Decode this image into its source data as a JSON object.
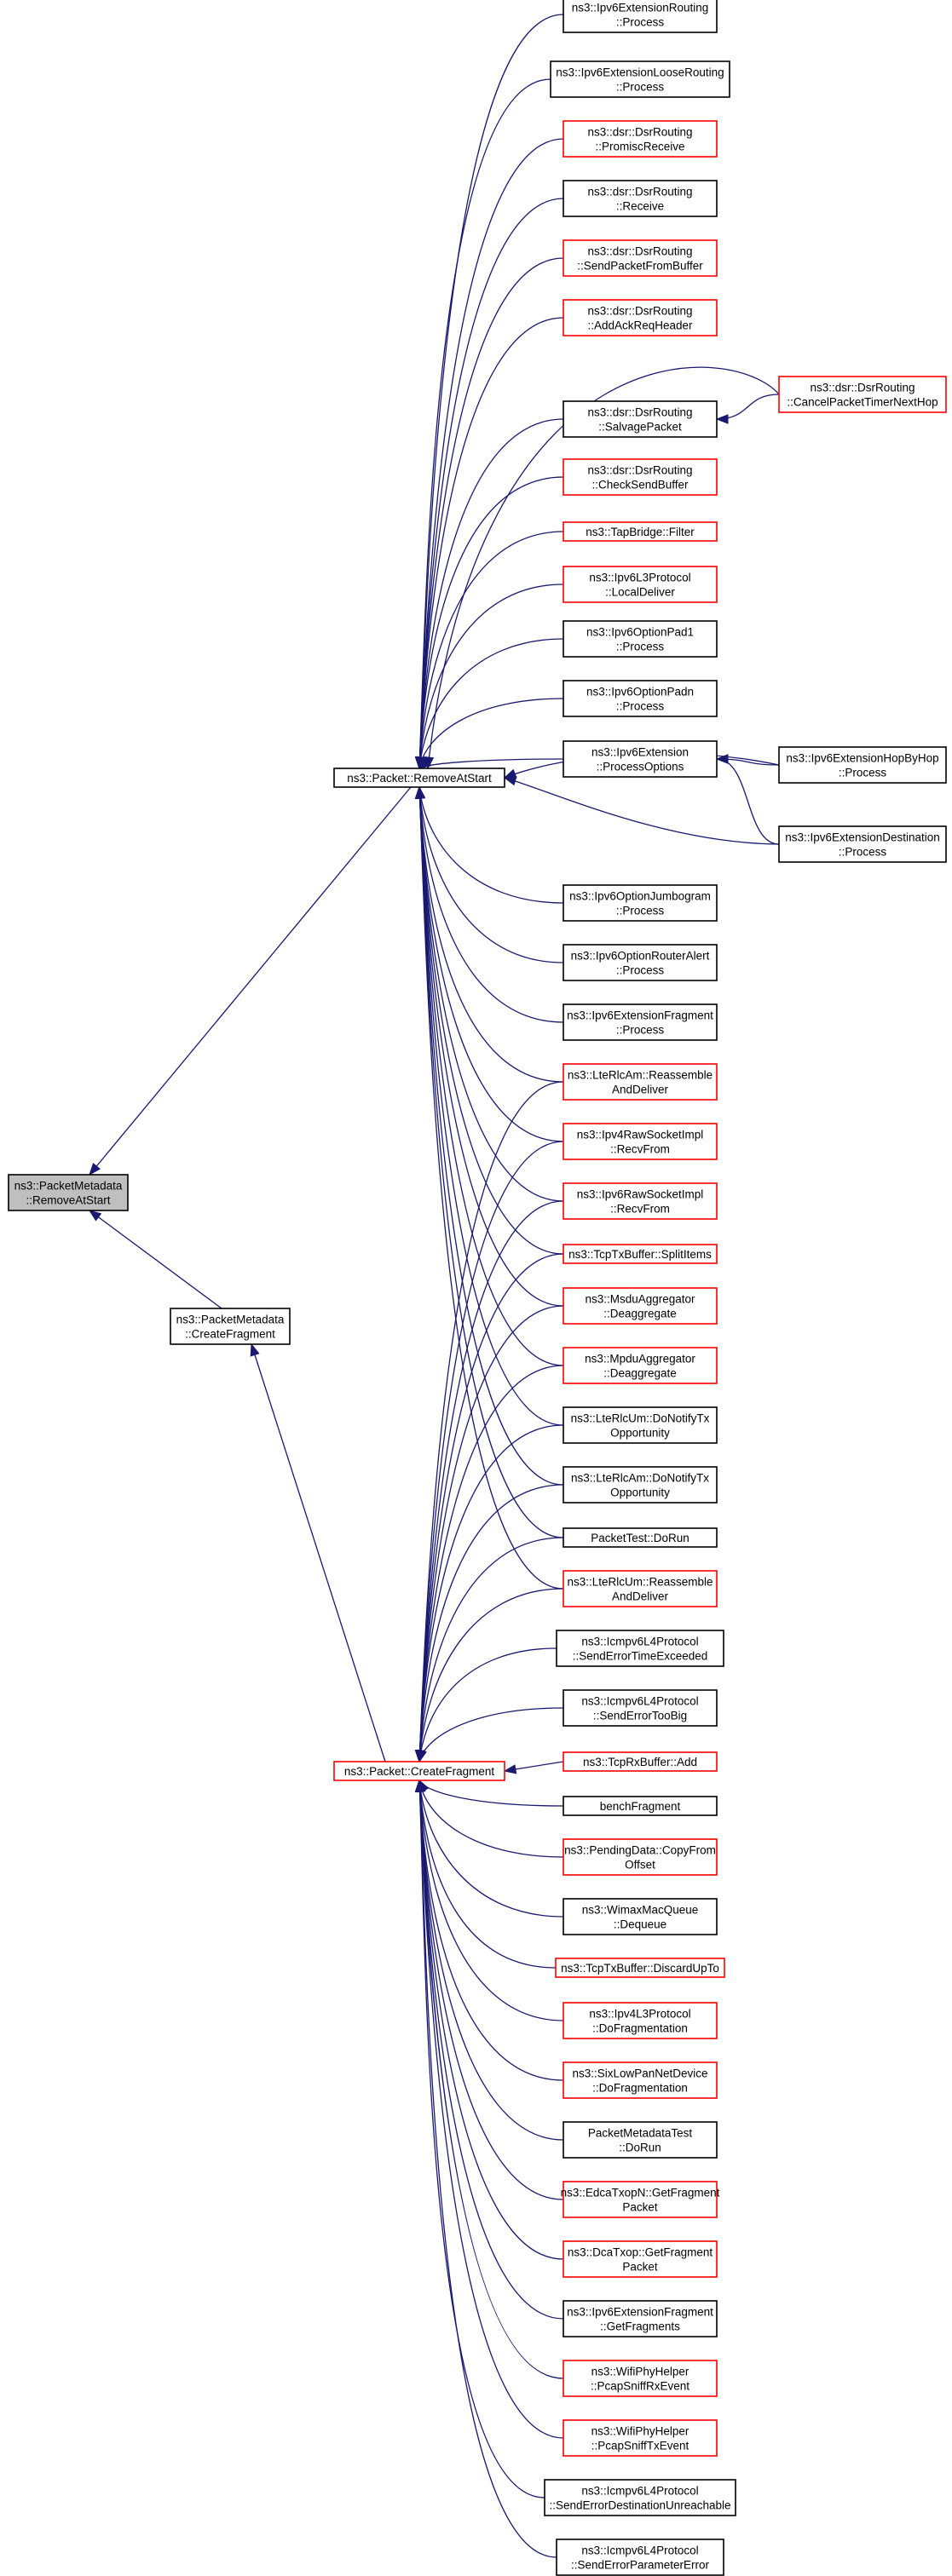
{
  "colors": {
    "edge": "#191970",
    "border_normal": "#000000",
    "border_highlight": "#ff0000",
    "root_fill": "#bfbfbf",
    "node_fill": "#ffffff"
  },
  "nodes": [
    {
      "id": "root",
      "lines": [
        "ns3::PacketMetadata",
        "::RemoveAtStart"
      ],
      "style": "root"
    },
    {
      "id": "pm_cf",
      "lines": [
        "ns3::PacketMetadata",
        "::CreateFragment"
      ],
      "style": "normal"
    },
    {
      "id": "p_ras",
      "lines": [
        "ns3::Packet::RemoveAtStart"
      ],
      "style": "normal"
    },
    {
      "id": "p_cf",
      "lines": [
        "ns3::Packet::CreateFragment"
      ],
      "style": "red"
    },
    {
      "id": "r0",
      "lines": [
        "ns3::Ipv6ExtensionRouting",
        "::Process"
      ],
      "style": "normal"
    },
    {
      "id": "r1",
      "lines": [
        "ns3::Ipv6ExtensionLooseRouting",
        "::Process"
      ],
      "style": "normal"
    },
    {
      "id": "r2",
      "lines": [
        "ns3::dsr::DsrRouting",
        "::PromiscReceive"
      ],
      "style": "red"
    },
    {
      "id": "r3",
      "lines": [
        "ns3::dsr::DsrRouting",
        "::Receive"
      ],
      "style": "normal"
    },
    {
      "id": "r4",
      "lines": [
        "ns3::dsr::DsrRouting",
        "::SendPacketFromBuffer"
      ],
      "style": "red"
    },
    {
      "id": "r5",
      "lines": [
        "ns3::dsr::DsrRouting",
        "::AddAckReqHeader"
      ],
      "style": "red"
    },
    {
      "id": "r6",
      "lines": [
        "ns3::dsr::DsrRouting",
        "::SalvagePacket"
      ],
      "style": "normal"
    },
    {
      "id": "r7",
      "lines": [
        "ns3::dsr::DsrRouting",
        "::CheckSendBuffer"
      ],
      "style": "red"
    },
    {
      "id": "r8",
      "lines": [
        "ns3::TapBridge::Filter"
      ],
      "style": "red"
    },
    {
      "id": "r9",
      "lines": [
        "ns3::Ipv6L3Protocol",
        "::LocalDeliver"
      ],
      "style": "red"
    },
    {
      "id": "r10",
      "lines": [
        "ns3::Ipv6OptionPad1",
        "::Process"
      ],
      "style": "normal"
    },
    {
      "id": "r11",
      "lines": [
        "ns3::Ipv6OptionPadn",
        "::Process"
      ],
      "style": "normal"
    },
    {
      "id": "r12",
      "lines": [
        "ns3::Ipv6Extension",
        "::ProcessOptions"
      ],
      "style": "normal"
    },
    {
      "id": "r13",
      "lines": [
        "ns3::Ipv6OptionJumbogram",
        "::Process"
      ],
      "style": "normal"
    },
    {
      "id": "r14",
      "lines": [
        "ns3::Ipv6OptionRouterAlert",
        "::Process"
      ],
      "style": "normal"
    },
    {
      "id": "r15",
      "lines": [
        "ns3::Ipv6ExtensionFragment",
        "::Process"
      ],
      "style": "normal"
    },
    {
      "id": "m0",
      "lines": [
        "ns3::LteRlcAm::Reassemble",
        "AndDeliver"
      ],
      "style": "red"
    },
    {
      "id": "m1",
      "lines": [
        "ns3::Ipv4RawSocketImpl",
        "::RecvFrom"
      ],
      "style": "red"
    },
    {
      "id": "m2",
      "lines": [
        "ns3::Ipv6RawSocketImpl",
        "::RecvFrom"
      ],
      "style": "red"
    },
    {
      "id": "m3",
      "lines": [
        "ns3::TcpTxBuffer::SplitItems"
      ],
      "style": "red"
    },
    {
      "id": "m4",
      "lines": [
        "ns3::MsduAggregator",
        "::Deaggregate"
      ],
      "style": "red"
    },
    {
      "id": "m5",
      "lines": [
        "ns3::MpduAggregator",
        "::Deaggregate"
      ],
      "style": "red"
    },
    {
      "id": "m6",
      "lines": [
        "ns3::LteRlcUm::DoNotifyTx",
        "Opportunity"
      ],
      "style": "normal"
    },
    {
      "id": "m7",
      "lines": [
        "ns3::LteRlcAm::DoNotifyTx",
        "Opportunity"
      ],
      "style": "normal"
    },
    {
      "id": "m8",
      "lines": [
        "PacketTest::DoRun"
      ],
      "style": "normal"
    },
    {
      "id": "m9",
      "lines": [
        "ns3::LteRlcUm::Reassemble",
        "AndDeliver"
      ],
      "style": "red"
    },
    {
      "id": "c0",
      "lines": [
        "ns3::Icmpv6L4Protocol",
        "::SendErrorTimeExceeded"
      ],
      "style": "normal"
    },
    {
      "id": "c1",
      "lines": [
        "ns3::Icmpv6L4Protocol",
        "::SendErrorTooBig"
      ],
      "style": "normal"
    },
    {
      "id": "c2",
      "lines": [
        "ns3::TcpRxBuffer::Add"
      ],
      "style": "red"
    },
    {
      "id": "c3",
      "lines": [
        "benchFragment"
      ],
      "style": "normal"
    },
    {
      "id": "c4",
      "lines": [
        "ns3::PendingData::CopyFrom",
        "Offset"
      ],
      "style": "red"
    },
    {
      "id": "c5",
      "lines": [
        "ns3::WimaxMacQueue",
        "::Dequeue"
      ],
      "style": "normal"
    },
    {
      "id": "c6",
      "lines": [
        "ns3::TcpTxBuffer::DiscardUpTo"
      ],
      "style": "red"
    },
    {
      "id": "c7",
      "lines": [
        "ns3::Ipv4L3Protocol",
        "::DoFragmentation"
      ],
      "style": "red"
    },
    {
      "id": "c8",
      "lines": [
        "ns3::SixLowPanNetDevice",
        "::DoFragmentation"
      ],
      "style": "red"
    },
    {
      "id": "c9",
      "lines": [
        "PacketMetadataTest",
        "::DoRun"
      ],
      "style": "normal"
    },
    {
      "id": "c10",
      "lines": [
        "ns3::EdcaTxopN::GetFragment",
        "Packet"
      ],
      "style": "red"
    },
    {
      "id": "c11",
      "lines": [
        "ns3::DcaTxop::GetFragment",
        "Packet"
      ],
      "style": "red"
    },
    {
      "id": "c12",
      "lines": [
        "ns3::Ipv6ExtensionFragment",
        "::GetFragments"
      ],
      "style": "normal"
    },
    {
      "id": "c13",
      "lines": [
        "ns3::WifiPhyHelper",
        "::PcapSniffRxEvent"
      ],
      "style": "red"
    },
    {
      "id": "c14",
      "lines": [
        "ns3::WifiPhyHelper",
        "::PcapSniffTxEvent"
      ],
      "style": "red"
    },
    {
      "id": "c15",
      "lines": [
        "ns3::Icmpv6L4Protocol",
        "::SendErrorDestinationUnreachable"
      ],
      "style": "normal"
    },
    {
      "id": "c16",
      "lines": [
        "ns3::Icmpv6L4Protocol",
        "::SendErrorParameterError"
      ],
      "style": "normal"
    },
    {
      "id": "f0",
      "lines": [
        "ns3::dsr::DsrRouting",
        "::CancelPacketTimerNextHop"
      ],
      "style": "red"
    },
    {
      "id": "f1",
      "lines": [
        "ns3::Ipv6ExtensionHopByHop",
        "::Process"
      ],
      "style": "normal"
    },
    {
      "id": "f2",
      "lines": [
        "ns3::Ipv6ExtensionDestination",
        "::Process"
      ],
      "style": "normal"
    }
  ],
  "edges": [
    {
      "from": "pm_cf",
      "to": "root"
    },
    {
      "from": "p_ras",
      "to": "root"
    },
    {
      "from": "p_cf",
      "to": "pm_cf"
    },
    {
      "from": "r0",
      "to": "p_ras"
    },
    {
      "from": "r1",
      "to": "p_ras"
    },
    {
      "from": "r2",
      "to": "p_ras"
    },
    {
      "from": "r3",
      "to": "p_ras"
    },
    {
      "from": "r4",
      "to": "p_ras"
    },
    {
      "from": "r5",
      "to": "p_ras"
    },
    {
      "from": "r6",
      "to": "p_ras"
    },
    {
      "from": "r7",
      "to": "p_ras"
    },
    {
      "from": "r8",
      "to": "p_ras"
    },
    {
      "from": "r9",
      "to": "p_ras"
    },
    {
      "from": "r10",
      "to": "p_ras"
    },
    {
      "from": "r11",
      "to": "p_ras"
    },
    {
      "from": "r12",
      "to": "p_ras"
    },
    {
      "from": "r13",
      "to": "p_ras"
    },
    {
      "from": "r14",
      "to": "p_ras"
    },
    {
      "from": "r15",
      "to": "p_ras"
    },
    {
      "from": "m0",
      "to": "p_ras"
    },
    {
      "from": "m1",
      "to": "p_ras"
    },
    {
      "from": "m2",
      "to": "p_ras"
    },
    {
      "from": "m3",
      "to": "p_ras"
    },
    {
      "from": "m4",
      "to": "p_ras"
    },
    {
      "from": "m5",
      "to": "p_ras"
    },
    {
      "from": "m6",
      "to": "p_ras"
    },
    {
      "from": "m7",
      "to": "p_ras"
    },
    {
      "from": "m8",
      "to": "p_ras"
    },
    {
      "from": "m9",
      "to": "p_ras"
    },
    {
      "from": "m0",
      "to": "p_cf"
    },
    {
      "from": "m1",
      "to": "p_cf"
    },
    {
      "from": "m2",
      "to": "p_cf"
    },
    {
      "from": "m3",
      "to": "p_cf"
    },
    {
      "from": "m4",
      "to": "p_cf"
    },
    {
      "from": "m5",
      "to": "p_cf"
    },
    {
      "from": "m6",
      "to": "p_cf"
    },
    {
      "from": "m7",
      "to": "p_cf"
    },
    {
      "from": "m8",
      "to": "p_cf"
    },
    {
      "from": "m9",
      "to": "p_cf"
    },
    {
      "from": "c0",
      "to": "p_cf"
    },
    {
      "from": "c1",
      "to": "p_cf"
    },
    {
      "from": "c2",
      "to": "p_cf"
    },
    {
      "from": "c3",
      "to": "p_cf"
    },
    {
      "from": "c4",
      "to": "p_cf"
    },
    {
      "from": "c5",
      "to": "p_cf"
    },
    {
      "from": "c6",
      "to": "p_cf"
    },
    {
      "from": "c7",
      "to": "p_cf"
    },
    {
      "from": "c8",
      "to": "p_cf"
    },
    {
      "from": "c9",
      "to": "p_cf"
    },
    {
      "from": "c10",
      "to": "p_cf"
    },
    {
      "from": "c11",
      "to": "p_cf"
    },
    {
      "from": "c12",
      "to": "p_cf"
    },
    {
      "from": "c13",
      "to": "p_cf"
    },
    {
      "from": "c14",
      "to": "p_cf"
    },
    {
      "from": "c15",
      "to": "p_cf"
    },
    {
      "from": "c16",
      "to": "p_cf"
    },
    {
      "from": "f0",
      "to": "r6"
    },
    {
      "from": "f0",
      "to": "p_ras"
    },
    {
      "from": "f1",
      "to": "r12"
    },
    {
      "from": "f1",
      "to": "p_ras"
    },
    {
      "from": "f2",
      "to": "r12"
    },
    {
      "from": "f2",
      "to": "p_ras"
    }
  ]
}
